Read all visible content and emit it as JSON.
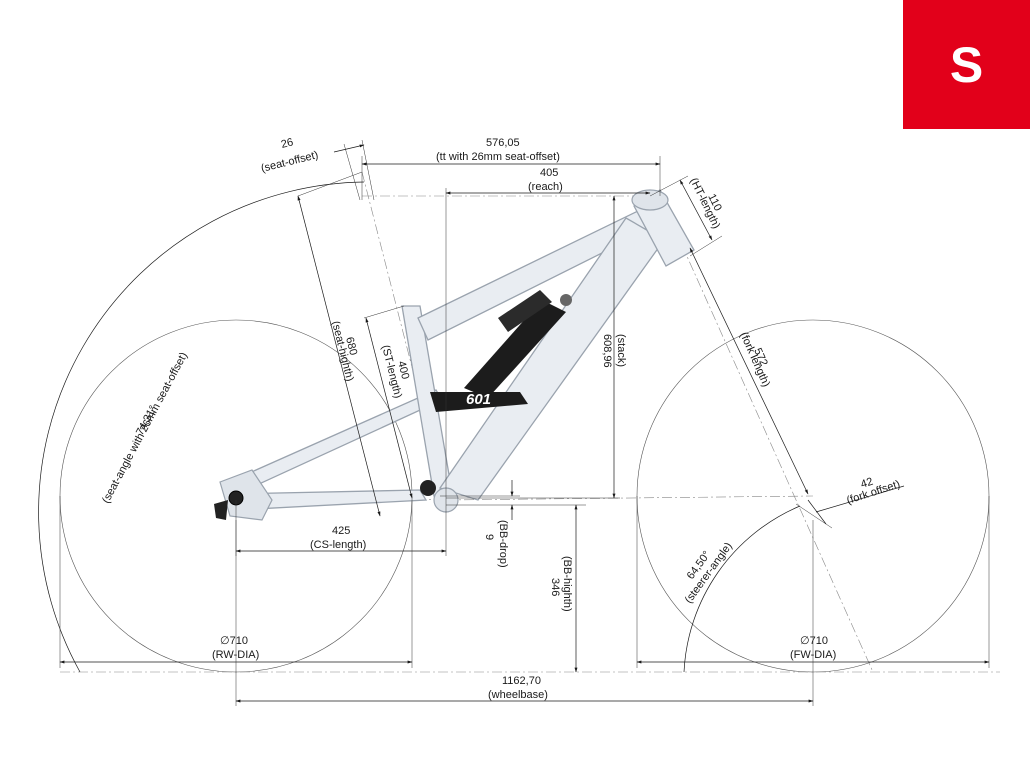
{
  "size_label": "S",
  "frame_decal": "601",
  "dimensions": {
    "seat_offset": {
      "value": "26",
      "label": "(seat-offset)"
    },
    "top_tube": {
      "value": "576,05",
      "label": "(tt with 26mm seat-offset)"
    },
    "reach": {
      "value": "405",
      "label": "(reach)"
    },
    "head_tube": {
      "value": "110",
      "label": "(HT-length)"
    },
    "seat_height": {
      "value": "680",
      "label": "(seat-highth)"
    },
    "seat_tube": {
      "value": "400",
      "label": "(ST-length)"
    },
    "stack": {
      "value": "608,96",
      "label": "(stack)"
    },
    "fork_length": {
      "value": "572",
      "label": "(fork length)"
    },
    "seat_angle": {
      "value": "74,31°",
      "label": "(seat-angle with 26mm seat-offset)"
    },
    "fork_offset": {
      "value": "42",
      "label": "(fork offset)"
    },
    "chainstay": {
      "value": "425",
      "label": "(CS-length)"
    },
    "bb_drop": {
      "value": "9",
      "label": "(BB-drop)"
    },
    "bb_height": {
      "value": "346",
      "label": "(BB-highth)"
    },
    "steerer_angle": {
      "value": "64,50°",
      "label": "(steerer-angle)"
    },
    "rear_wheel": {
      "value": "∅710",
      "label": "(RW-DIA)"
    },
    "front_wheel": {
      "value": "∅710",
      "label": "(FW-DIA)"
    },
    "wheelbase": {
      "value": "1162,70",
      "label": "(wheelbase)"
    }
  }
}
